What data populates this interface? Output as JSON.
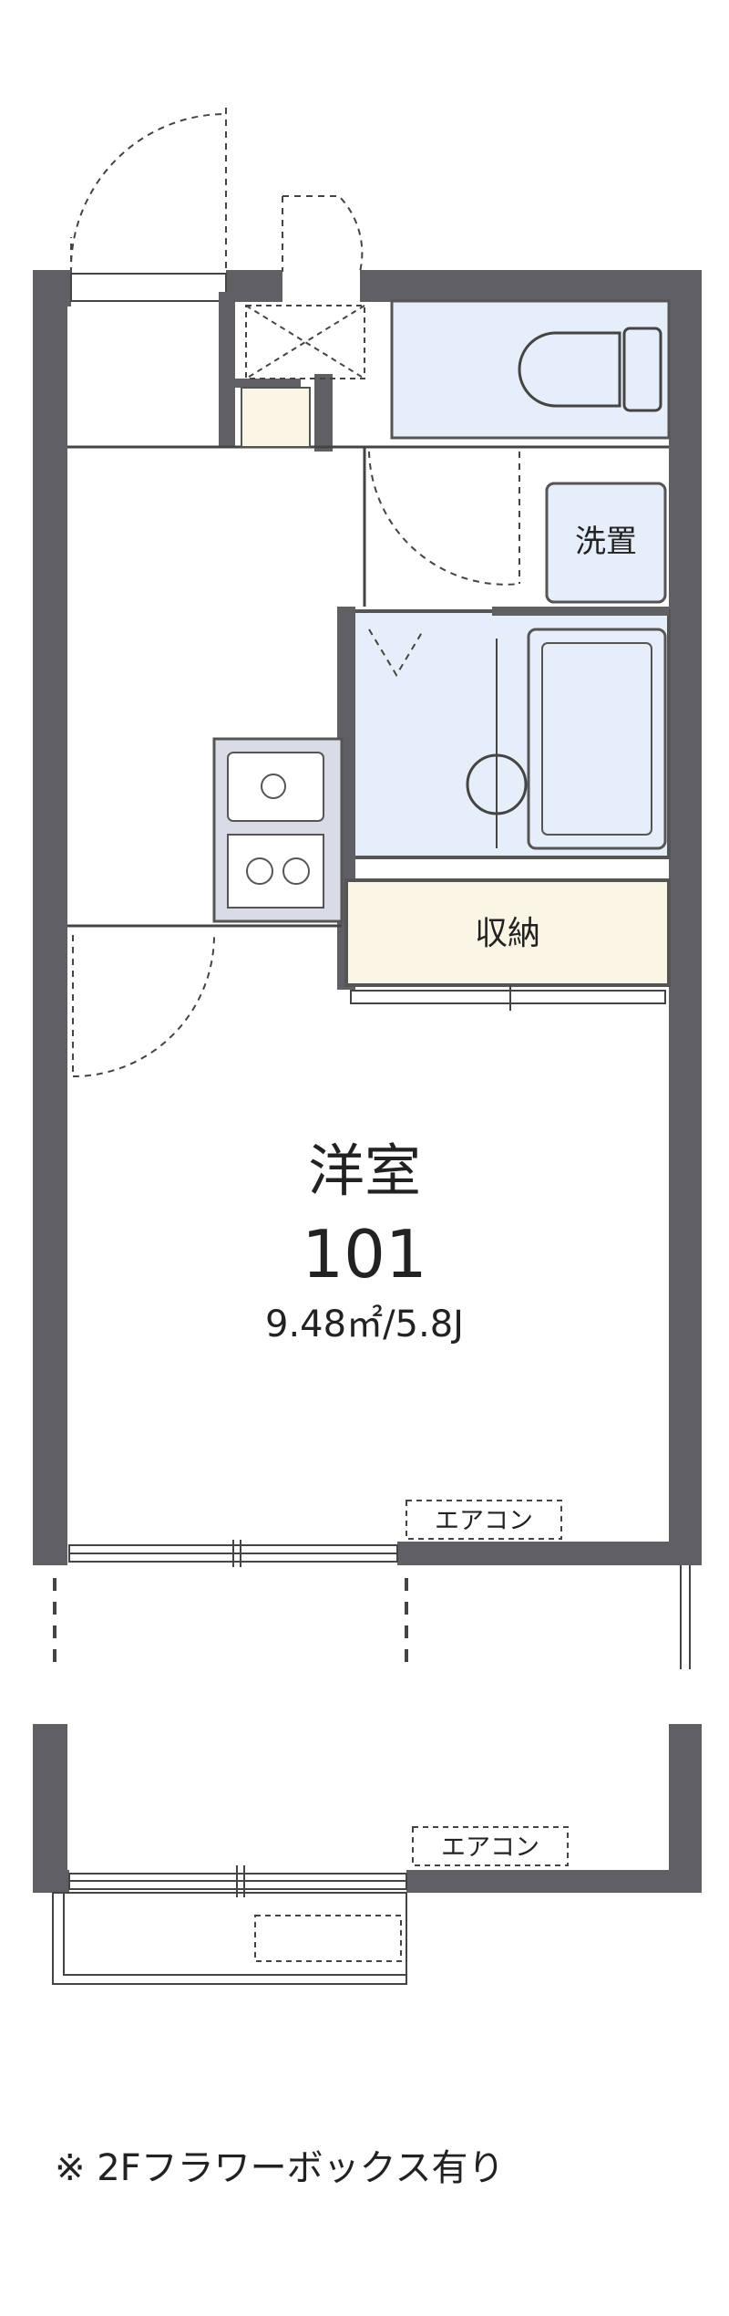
{
  "rooms": {
    "washer_label": "洗置",
    "storage_label": "収納",
    "main_room": {
      "type": "洋室",
      "number": "101",
      "area": "9.48㎡/5.8J"
    }
  },
  "aircon_labels": [
    "エアコン",
    "エアコン"
  ],
  "footnote": "※ 2Fフラワーボックス有り",
  "colors": {
    "wall": "#5f5f64",
    "wet_area": "#e6eefa",
    "storage": "#fbf5e6",
    "line": "#444444"
  }
}
